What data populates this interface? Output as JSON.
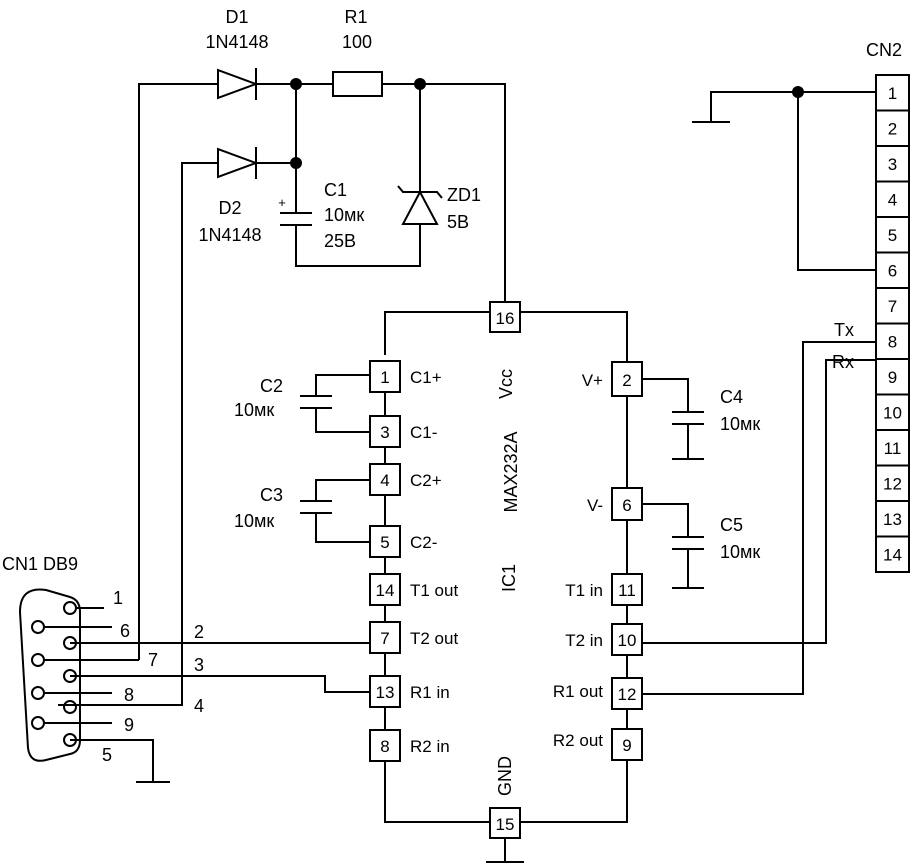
{
  "components": {
    "d1": {
      "ref": "D1",
      "value": "1N4148"
    },
    "d2": {
      "ref": "D2",
      "value": "1N4148"
    },
    "r1": {
      "ref": "R1",
      "value": "100"
    },
    "c1": {
      "ref": "C1",
      "value": "10мк",
      "voltage": "25В",
      "polarity": "+"
    },
    "zd1": {
      "ref": "ZD1",
      "value": "5В"
    },
    "c2": {
      "ref": "C2",
      "value": "10мк"
    },
    "c3": {
      "ref": "C3",
      "value": "10мк"
    },
    "c4": {
      "ref": "C4",
      "value": "10мк"
    },
    "c5": {
      "ref": "C5",
      "value": "10мк"
    }
  },
  "ic1": {
    "ref": "IC1",
    "part": "MAX232A",
    "vcc_label": "Vcc",
    "gnd_label": "GND",
    "left_pins": [
      {
        "num": "1",
        "label": "C1+"
      },
      {
        "num": "3",
        "label": "C1-"
      },
      {
        "num": "4",
        "label": "C2+"
      },
      {
        "num": "5",
        "label": "C2-"
      },
      {
        "num": "14",
        "label": "T1 out"
      },
      {
        "num": "7",
        "label": "T2 out"
      },
      {
        "num": "13",
        "label": "R1 in"
      },
      {
        "num": "8",
        "label": "R2 in"
      }
    ],
    "right_pins": [
      {
        "num": "2",
        "label": "V+"
      },
      {
        "num": "6",
        "label": "V-"
      },
      {
        "num": "11",
        "label": "T1 in"
      },
      {
        "num": "10",
        "label": "T2 in"
      },
      {
        "num": "12",
        "label": "R1 out"
      },
      {
        "num": "9",
        "label": "R2 out"
      }
    ],
    "top_pin": "16",
    "bottom_pin": "15"
  },
  "cn1": {
    "label": "CN1 DB9",
    "pins": [
      "1",
      "6",
      "2",
      "7",
      "3",
      "8",
      "4",
      "9",
      "5"
    ]
  },
  "cn2": {
    "label": "CN2",
    "pins": [
      "1",
      "2",
      "3",
      "4",
      "5",
      "6",
      "7",
      "8",
      "9",
      "10",
      "11",
      "12",
      "13",
      "14"
    ],
    "signals": {
      "tx": "Tx",
      "rx": "Rx"
    }
  }
}
